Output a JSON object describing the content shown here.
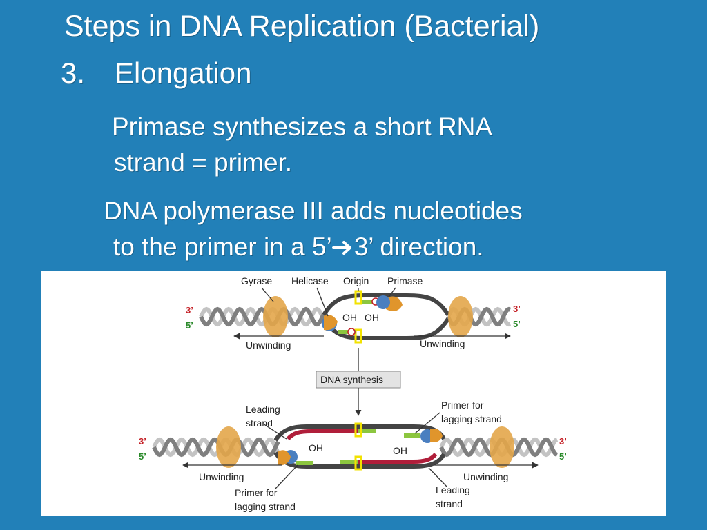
{
  "slide": {
    "title": "Steps in DNA Replication (Bacterial)",
    "step_number": "3.",
    "step_title": "Elongation",
    "para1": {
      "line1": "Primase synthesizes a short RNA",
      "line2": "strand = primer."
    },
    "para2": {
      "line1": "DNA polymerase III adds nucleotides",
      "line2_before": "to the primer in a 5’",
      "line2_after": "3’ direction."
    }
  },
  "diagram": {
    "top": {
      "labels": {
        "gyrase": "Gyrase",
        "helicase": "Helicase",
        "origin": "Origin",
        "primase": "Primase",
        "oh_left": "OH",
        "oh_right": "OH",
        "unwinding_left": "Unwinding",
        "unwinding_right": "Unwinding"
      },
      "ends": {
        "left_top": "3’",
        "left_bottom": "5’",
        "right_top": "3’",
        "right_bottom": "5’"
      }
    },
    "process_label": "DNA synthesis",
    "bottom": {
      "labels": {
        "leading_strand_left": "Leading strand",
        "primer_lagging_right": "Primer for lagging strand",
        "oh_left": "OH",
        "oh_right": "OH",
        "unwinding_left": "Unwinding",
        "unwinding_right": "Unwinding",
        "primer_lagging_left": "Primer for lagging strand",
        "leading_strand_right": "Leading strand"
      },
      "ends": {
        "left_top": "3’",
        "left_bottom": "5’",
        "right_top": "3’",
        "right_bottom": "5’"
      }
    },
    "colors": {
      "helix": "#7f7f7f",
      "helix_light": "#c3c3c3",
      "gyrase": "#e3a64a",
      "helicase": "#4a7fc0",
      "primase": "#e0952c",
      "rna_primer": "#8cc63f",
      "new_strand": "#b01e3a",
      "origin_marker": "#f2e200",
      "end_3prime": "#c41e24",
      "end_5prime": "#2a8a2a"
    }
  }
}
